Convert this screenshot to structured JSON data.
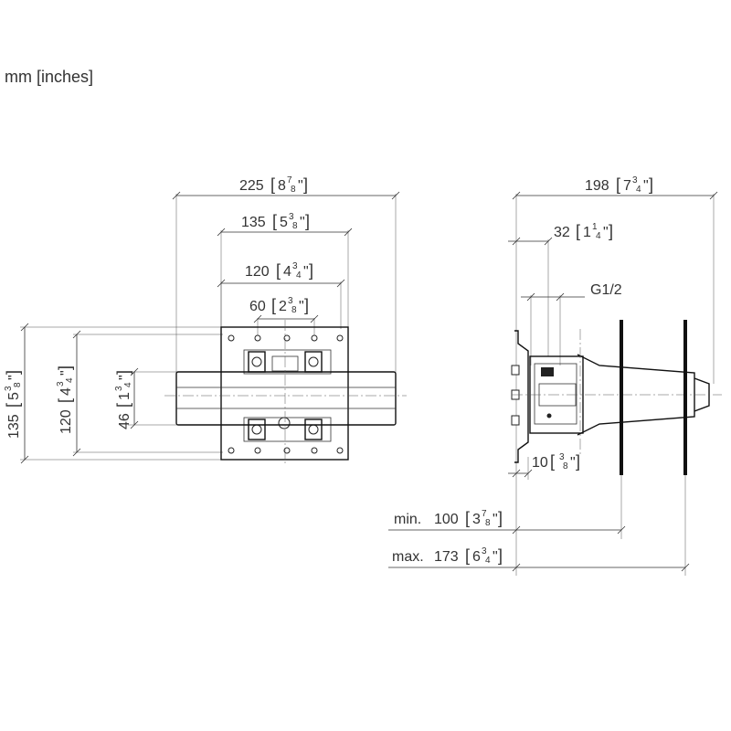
{
  "units_label": "mm [inches]",
  "dimensions": {
    "top_225": {
      "mm": "225",
      "whole": "8",
      "num": "7",
      "den": "8"
    },
    "top_135": {
      "mm": "135",
      "whole": "5",
      "num": "3",
      "den": "8"
    },
    "top_120": {
      "mm": "120",
      "whole": "4",
      "num": "3",
      "den": "4"
    },
    "top_60": {
      "mm": "60",
      "whole": "2",
      "num": "3",
      "den": "8"
    },
    "left_135": {
      "mm": "135",
      "whole": "5",
      "num": "3",
      "den": "8"
    },
    "left_120": {
      "mm": "120",
      "whole": "4",
      "num": "3",
      "den": "4"
    },
    "left_46": {
      "mm": "46",
      "whole": "1",
      "num": "3",
      "den": "4"
    },
    "side_198": {
      "mm": "198",
      "whole": "7",
      "num": "3",
      "den": "4"
    },
    "side_32": {
      "mm": "32",
      "whole": "1",
      "num": "1",
      "den": "4"
    },
    "side_10": {
      "mm": "10",
      "whole": "",
      "num": "3",
      "den": "8"
    },
    "min_100": {
      "prefix": "min.",
      "mm": "100",
      "whole": "3",
      "num": "7",
      "den": "8"
    },
    "max_173": {
      "prefix": "max.",
      "mm": "173",
      "whole": "6",
      "num": "3",
      "den": "4"
    }
  },
  "thread_label": "G1/2",
  "inch_mark": "\""
}
